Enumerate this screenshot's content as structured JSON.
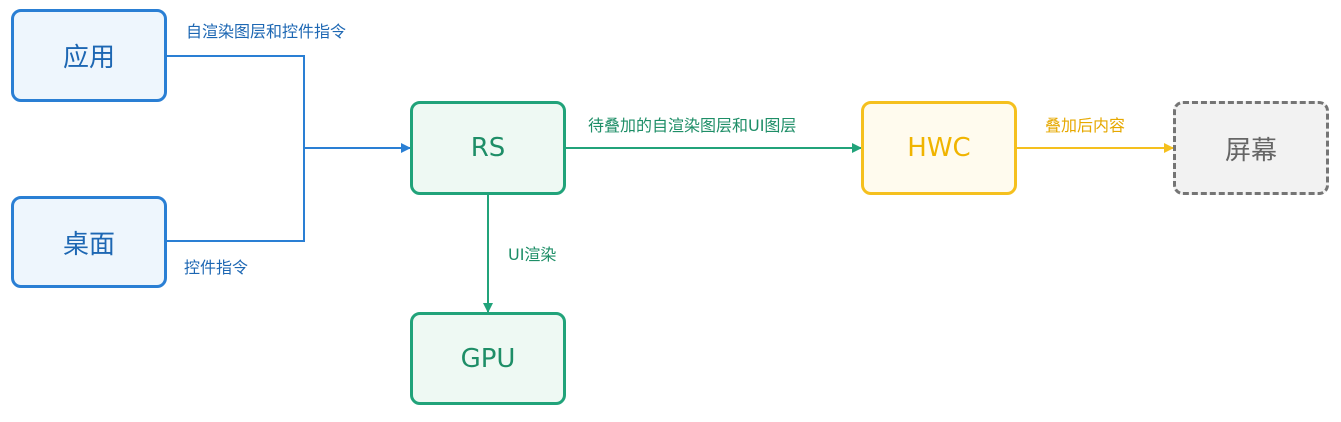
{
  "nodes": {
    "app": "应用",
    "desktop": "桌面",
    "rs": "RS",
    "gpu": "GPU",
    "hwc": "HWC",
    "screen": "屏幕"
  },
  "edges": {
    "app_to_rs": "自渲染图层和控件指令",
    "desktop_to_rs": "控件指令",
    "rs_to_hwc": "待叠加的自渲染图层和UI图层",
    "rs_to_gpu": "UI渲染",
    "hwc_to_screen": "叠加后内容"
  },
  "colors": {
    "blue": "#2a7fd4",
    "green": "#21a37a",
    "yellow": "#f5c01e",
    "gray": "#757575"
  }
}
